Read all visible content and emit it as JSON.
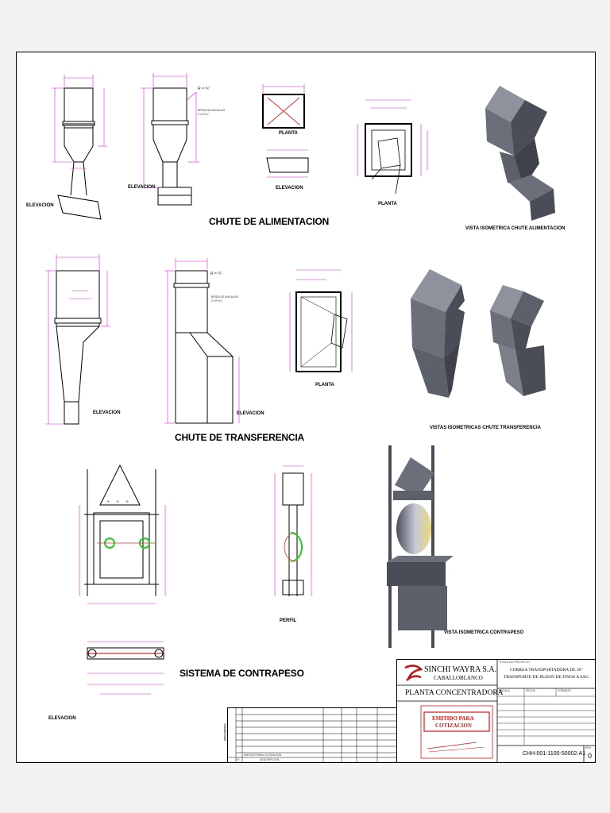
{
  "colors": {
    "dim": "#e020e0",
    "line": "#000000",
    "iso_dark": "#4a4d57",
    "iso_mid": "#6b6f7a",
    "iso_light": "#8e929c",
    "stamp": "#d01818",
    "logo": "#c0141a",
    "green": "#22cc22"
  },
  "section_alimentacion": {
    "title": "CHUTE DE ALIMENTACION",
    "elevacion_1": "ELEVACION",
    "elevacion_2": "ELEVACION",
    "planta_1": "PLANTA",
    "elevacion_3": "ELEVACION",
    "planta_2": "PLANTA",
    "iso_caption": "VISTA ISOMETRICA CHUTE ALIMENTACION",
    "note_r": "R = ¾\"",
    "note_brida": "BRIDA DE ANGULAR",
    "note_brida_size": "2\"x2\"x¼\""
  },
  "section_transferencia": {
    "title": "CHUTE DE TRANSFERENCIA",
    "elevacion_1": "ELEVACION",
    "elevacion_2": "ELEVACION",
    "planta": "PLANTA",
    "iso_caption": "VISTAS ISOMETRICAS CHUTE TRANSFERENCIA",
    "note_r": "R = ¾\"",
    "note_brida": "BRIDA DE ANGULAR",
    "note_brida_size": "2\"x2\"x¼\""
  },
  "section_contrapeso": {
    "title": "SISTEMA DE CONTRAPESO",
    "elevacion": "ELEVACION",
    "perfil": "PERFIL",
    "iso_caption": "VISTA ISOMETRICA CONTRAPESO"
  },
  "title_block": {
    "company": "SINCHI WAYRA S.A.",
    "unit": "CABALLOBLANCO",
    "plant": "PLANTA CONCENTRADORA",
    "project_label": "TITULO DE PROYECTO",
    "project_line1": "CORREA TRANSPORTADORA DE 30\"",
    "project_line2": "TRANSPORTE DE BUZON DE FINOS A SAG",
    "stamp_line1": "EMITIDO PARA",
    "stamp_line2": "COTIZACION",
    "drawing_no": "CHH-001-1100-50002-A1",
    "revision": "0",
    "rev_label": "REV.",
    "escala_label": "ESCALA",
    "fecha_label": "FECHA",
    "formato_label": "FORMATO"
  },
  "revisions": {
    "side_label": "REVISIONES",
    "col_no": "N°",
    "col_desc": "DESCRIPCION",
    "row0_desc": "EMITIDO PARA COTIZACION"
  }
}
